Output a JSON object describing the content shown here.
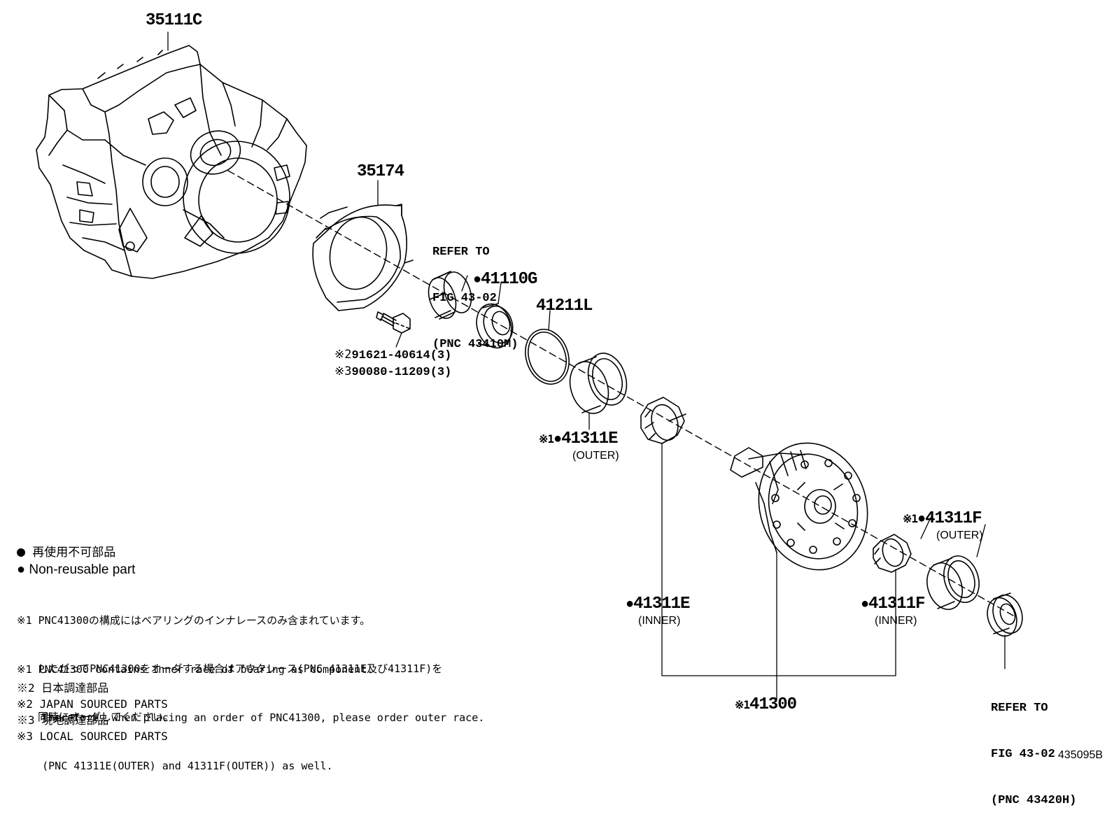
{
  "parts": {
    "p35111c": "35111C",
    "p35174": "35174",
    "ref_top": [
      "REFER TO",
      "FIG 43-02",
      "(PNC 43410M)"
    ],
    "p41110g": "41110G",
    "p41211l": "41211L",
    "bolt_line1_mark": "※2",
    "bolt_line1": "91621-40614(3)",
    "bolt_line2_mark": "※3",
    "bolt_line2": "90080-11209(3)",
    "p41311e_outer_mark": "※1",
    "p41311e_outer": "41311E",
    "p41311e_outer_sub": "(OUTER)",
    "p41311f_outer_mark": "※1",
    "p41311f_outer": "41311F",
    "p41311f_outer_sub": "(OUTER)",
    "p41311e_inner": "41311E",
    "p41311e_inner_sub": "(INNER)",
    "p41311f_inner": "41311F",
    "p41311f_inner_sub": "(INNER)",
    "p41300_mark": "※1",
    "p41300": "41300",
    "ref_bottom": [
      "REFER TO",
      "FIG 43-02",
      "(PNC 43420H)"
    ]
  },
  "legend": {
    "bullet": "●",
    "nonreusable_jp": "再使用不可部品",
    "nonreusable_en": "Non-reusable part",
    "note1_jp": [
      "※1 PNC41300の構成にはベアリングのインナレースのみ含まれています。",
      "　　したがってPNC41300をオーダする場合はアウタレース(PNC 41311E及び41311F)を",
      "　　同時にオーダしてください。"
    ],
    "note1_en": [
      "※1 PNC41300 contains inner race of bearing as component.",
      "    Therefore, when placing an order of PNC41300, please order outer race.",
      "    (PNC 41311E(OUTER) and 41311F(OUTER)) as well."
    ],
    "note2_jp": "※2 日本調達部品",
    "note2_en": "※2 JAPAN SOURCED PARTS",
    "note3_jp": "※3 現地調達部品",
    "note3_en": "※3 LOCAL SOURCED PARTS"
  },
  "figure_code": "435095B"
}
